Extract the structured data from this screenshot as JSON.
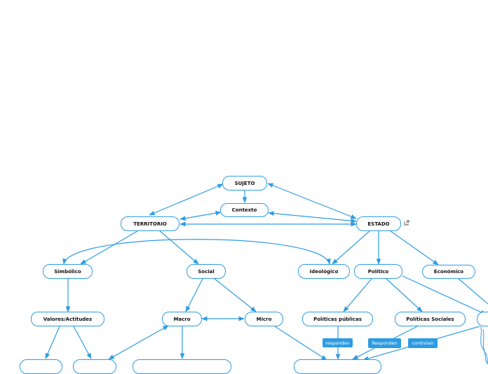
{
  "nodes": {
    "sujeto": "SUJETO",
    "contexto": "Contexto",
    "territorio": "TERRITORIO",
    "estado": "ESTADO",
    "simbolico": "Simbólico",
    "social": "Social",
    "ideologico": "Ideológico",
    "politico": "Político",
    "economico": "Económico",
    "valores": "Valores/Actitudes",
    "macro": "Macro",
    "micro": "Micro",
    "politicas_publicas": "Políticas públicas",
    "politicas_sociales": "Políticas Sociales"
  },
  "labels": {
    "responden_lower": "responden",
    "responden_upper": "Responden",
    "controlan": "controlan"
  },
  "colors": {
    "accent": "#2d9ce3"
  },
  "icons": {
    "external_link": "external-link-icon"
  }
}
